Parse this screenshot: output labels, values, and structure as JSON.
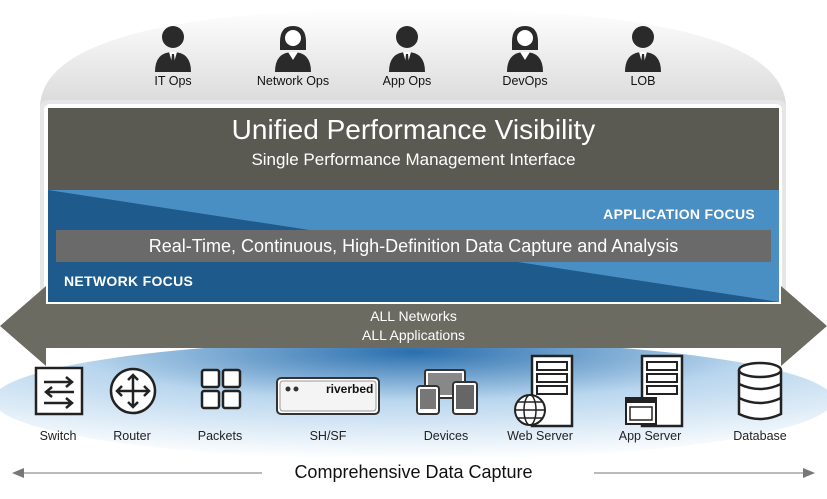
{
  "personas": [
    "IT Ops",
    "Network Ops",
    "App Ops",
    "DevOps",
    "LOB"
  ],
  "header": {
    "title": "Unified Performance Visibility",
    "subtitle": "Single Performance Management Interface"
  },
  "focus": {
    "application": "APPLICATION FOCUS",
    "network": "NETWORK FOCUS",
    "capture": "Real-Time, Continuous, High-Definition Data Capture and Analysis"
  },
  "arrow": {
    "line1": "ALL Networks",
    "line2": "ALL Applications"
  },
  "devices": {
    "switch": "Switch",
    "router": "Router",
    "packets": "Packets",
    "shsf": "SH/SF",
    "shsf_brand": "riverbed",
    "devices": "Devices",
    "webserver": "Web Server",
    "appserver": "App Server",
    "database": "Database"
  },
  "footer": "Comprehensive Data Capture",
  "colors": {
    "header_bg": "#5a5a52",
    "blue_dark": "#1d5a8a",
    "blue_light": "#4a90c4",
    "arrow_gray": "#6b6b62",
    "capture_bar": "#6a6a6a"
  }
}
